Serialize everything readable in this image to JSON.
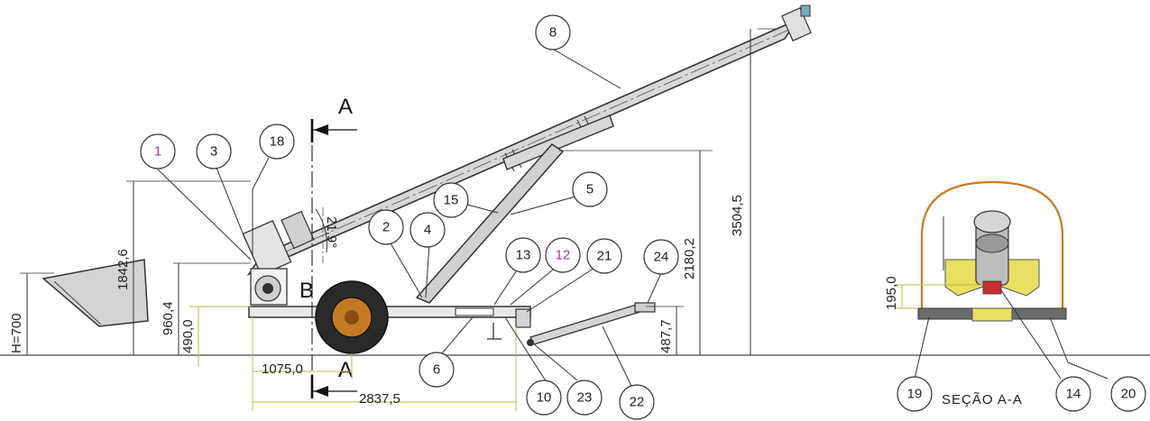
{
  "dimensions": {
    "d3504": "3504,5",
    "d2180": "2180,2",
    "d1842": "1842,6",
    "d960": "960,4",
    "d490": "490,0",
    "d487": "487,7",
    "d1075": "1075,0",
    "d2837": "2837,5",
    "d195": "195,0",
    "angle": "21,9°",
    "height": "H=700"
  },
  "section_marks": {
    "top": "A",
    "bottom": "A",
    "detail": "B"
  },
  "section_caption": "SEÇÃO A-A",
  "balloons": {
    "b1": "1",
    "b3": "3",
    "b18": "18",
    "b8": "8",
    "b15": "15",
    "b5": "5",
    "b2": "2",
    "b4": "4",
    "b13": "13",
    "b12": "12",
    "b21": "21",
    "b24": "24",
    "b6": "6",
    "b10": "10",
    "b23": "23",
    "b22": "22",
    "b19": "19",
    "b14": "14",
    "b20": "20"
  },
  "colors": {
    "line": "#222222",
    "dim_green": "#b8b840",
    "tube": "#d2d2d2",
    "balloon_purple": "#a040a0",
    "guard_orange": "#cc7a22",
    "yellow_part": "#e8e060",
    "wheel_orange": "#d98a2a"
  }
}
